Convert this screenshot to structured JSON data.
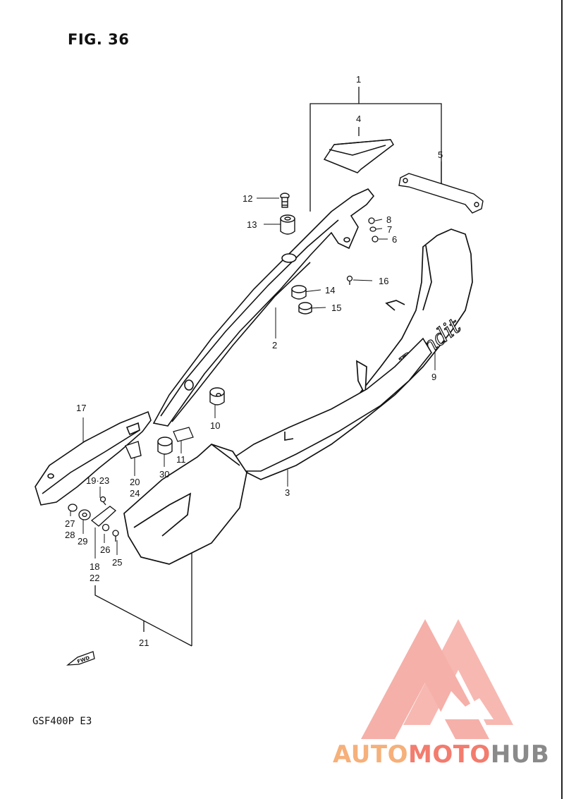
{
  "figure": {
    "title": "FIG. 36",
    "model_code": "GSF400P  E3",
    "direction_marker": "FWD"
  },
  "callouts": [
    {
      "id": "c1",
      "text": "1"
    },
    {
      "id": "c4",
      "text": "4"
    },
    {
      "id": "c5",
      "text": "5"
    },
    {
      "id": "c12",
      "text": "12"
    },
    {
      "id": "c13",
      "text": "13"
    },
    {
      "id": "c8",
      "text": "8"
    },
    {
      "id": "c7",
      "text": "7"
    },
    {
      "id": "c6",
      "text": "6"
    },
    {
      "id": "c16",
      "text": "16"
    },
    {
      "id": "c14",
      "text": "14"
    },
    {
      "id": "c15",
      "text": "15"
    },
    {
      "id": "c2",
      "text": "2"
    },
    {
      "id": "c9",
      "text": "9"
    },
    {
      "id": "c17",
      "text": "17"
    },
    {
      "id": "c10",
      "text": "10"
    },
    {
      "id": "c11",
      "text": "11"
    },
    {
      "id": "c30",
      "text": "30"
    },
    {
      "id": "c19_23",
      "text": "19·23"
    },
    {
      "id": "c20",
      "text": "20"
    },
    {
      "id": "c24",
      "text": "24"
    },
    {
      "id": "c27",
      "text": "27"
    },
    {
      "id": "c28",
      "text": "28"
    },
    {
      "id": "c29",
      "text": "29"
    },
    {
      "id": "c26",
      "text": "26"
    },
    {
      "id": "c25",
      "text": "25"
    },
    {
      "id": "c18",
      "text": "18"
    },
    {
      "id": "c22",
      "text": "22"
    },
    {
      "id": "c3",
      "text": "3"
    },
    {
      "id": "c21",
      "text": "21"
    }
  ],
  "watermark": {
    "part1": "AUTO",
    "part2": "MOTO",
    "part3": "HUB",
    "colors": {
      "auto": "#f6b07a",
      "moto": "#f27c6e",
      "hub": "#8a8a8a",
      "logo": "#f4a39b"
    }
  },
  "cover_script_text": "Bandit"
}
